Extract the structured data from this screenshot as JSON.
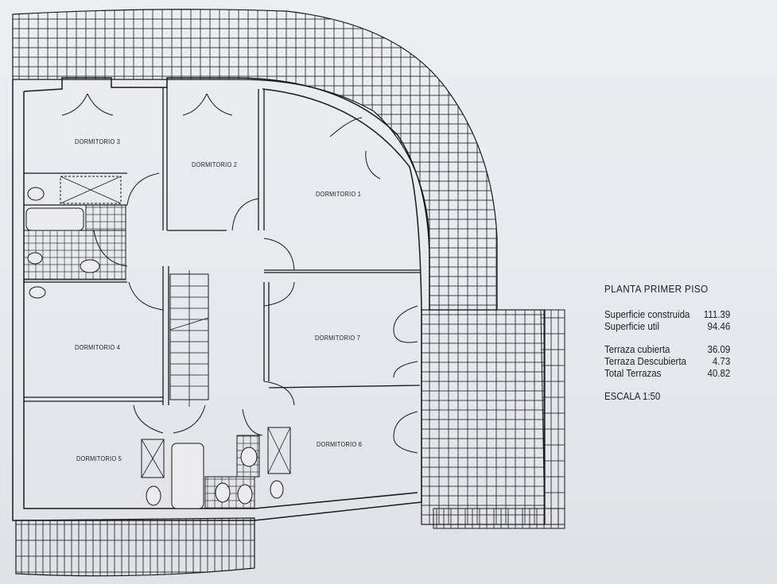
{
  "plan": {
    "title": "PLANTA PRIMER PISO",
    "surfaces": [
      {
        "label": "Superficie construida",
        "value": "111.39"
      },
      {
        "label": "Superficie util",
        "value": "94.46"
      }
    ],
    "terraces": [
      {
        "label": "Terraza cubierta",
        "value": "36.09"
      },
      {
        "label": "Terraza Descubierta",
        "value": "4.73"
      },
      {
        "label": "Total Terrazas",
        "value": "40.82"
      }
    ],
    "scale": "ESCALA 1:50"
  },
  "rooms": [
    {
      "name": "DORMITORIO 3"
    },
    {
      "name": "DORMITORIO 2"
    },
    {
      "name": "DORMITORIO 1"
    },
    {
      "name": "DORMITORIO 4"
    },
    {
      "name": "DORMITORIO 7"
    },
    {
      "name": "DORMITORIO 5"
    },
    {
      "name": "DORMITORIO 6"
    }
  ],
  "colors": {
    "ink": "#1a1a1a",
    "paper": "#e9eaee"
  }
}
